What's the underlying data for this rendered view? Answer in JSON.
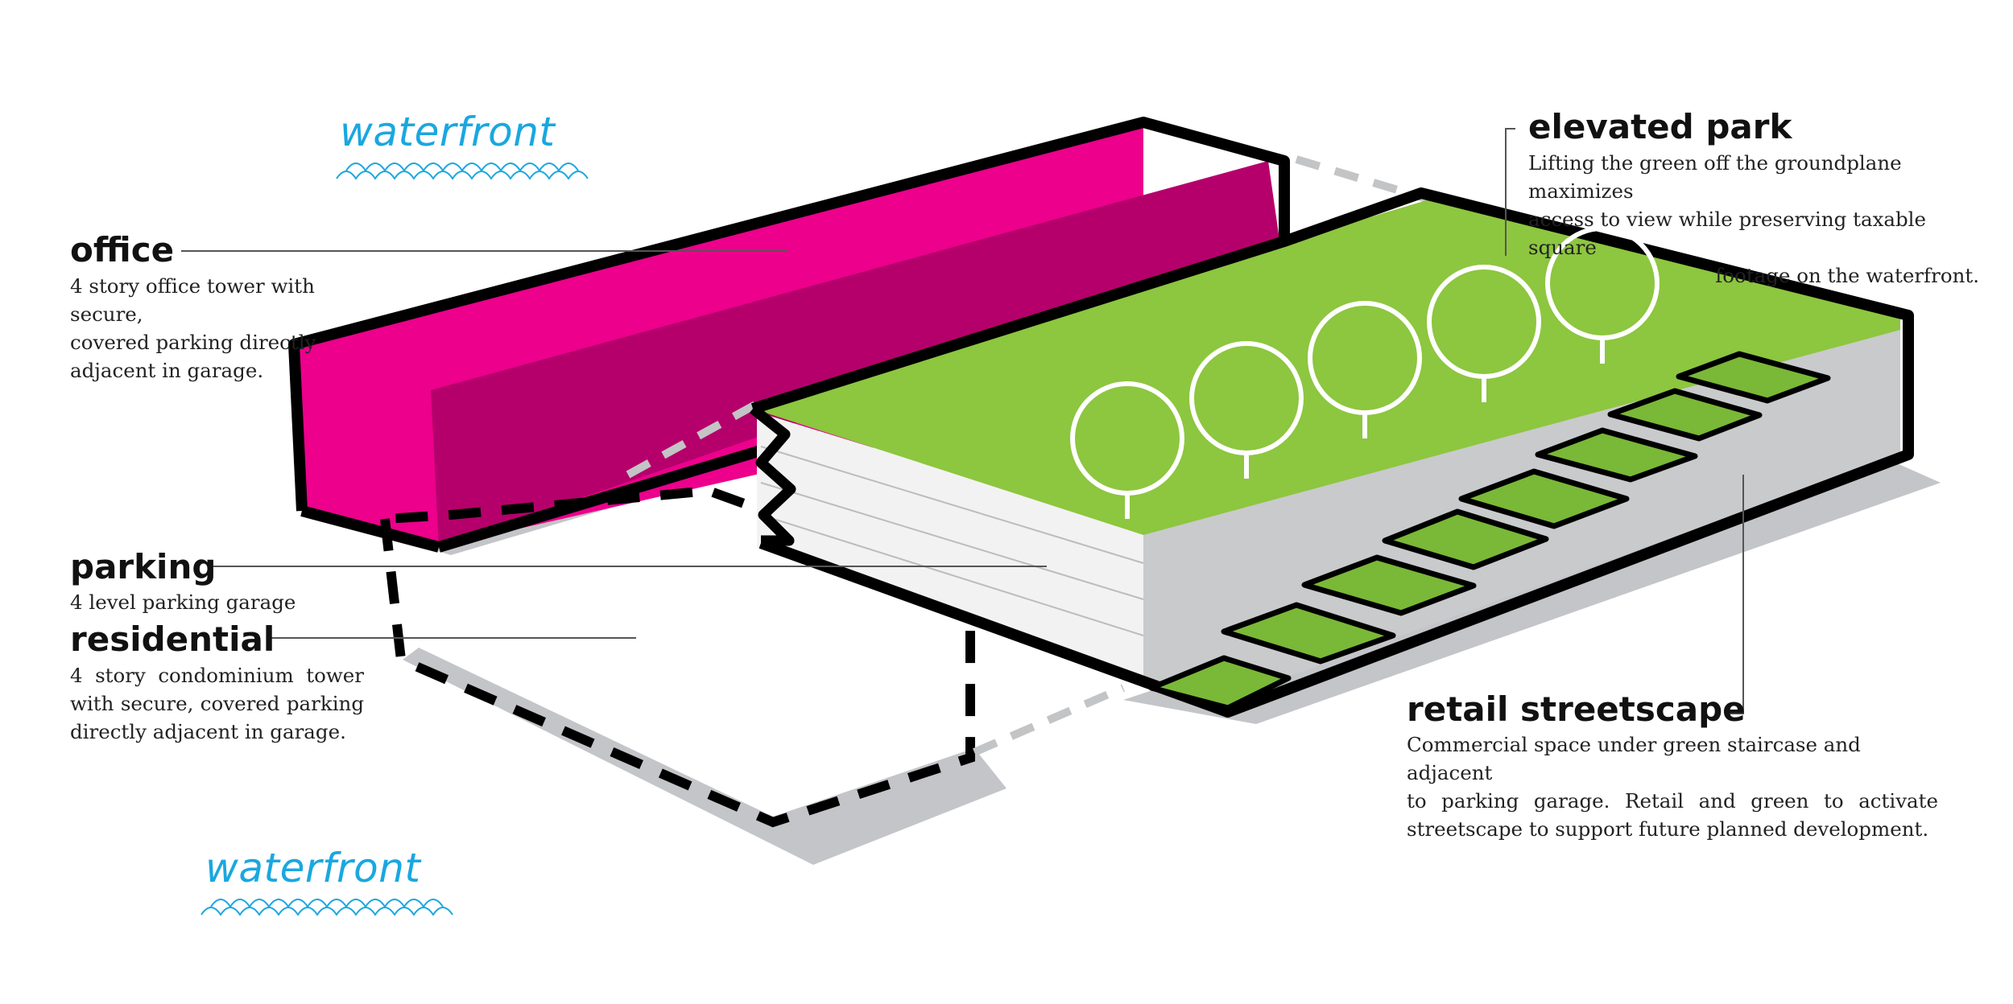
{
  "waterfront_top": "waterfront",
  "waterfront_bottom": "waterfront",
  "labels": {
    "office": {
      "title": "office",
      "lines": [
        "4 story office tower with secure,",
        "covered parking directly",
        "adjacent in garage."
      ]
    },
    "parking": {
      "title": "parking",
      "lines": [
        "4 level parking garage"
      ]
    },
    "residential": {
      "title": "residential",
      "lines": [
        "4 story condominium tower",
        "with secure, covered parking",
        "directly adjacent in garage."
      ]
    },
    "elevated_park": {
      "title": "elevated park",
      "lines": [
        "Lifting the green off the groundplane maximizes",
        "access to view while preserving taxable square",
        "footage on the waterfront."
      ]
    },
    "retail": {
      "title": "retail streetscape",
      "lines": [
        "Commercial space under green staircase and adjacent",
        "to parking garage. Retail and green to activate",
        "streetscape to support future planned development."
      ]
    }
  },
  "colors": {
    "office_magenta": "#ec008c",
    "office_magenta_dark": "#b5006b",
    "park_green": "#8dc63f",
    "park_green_dark": "#6aa32e",
    "shadow_gray": "#c2c3c6",
    "garage_gray": "#c8c9cb",
    "waterfront_blue": "#1aa7e0"
  }
}
